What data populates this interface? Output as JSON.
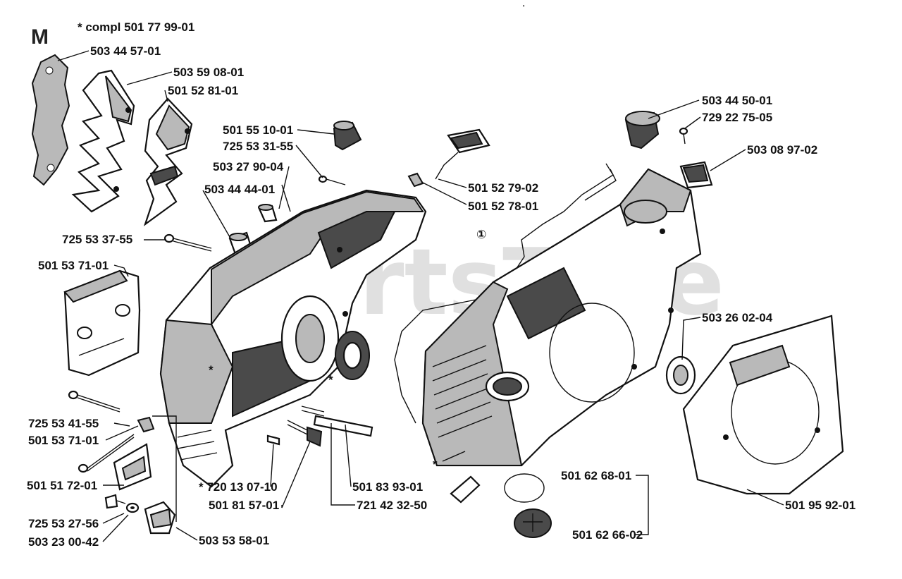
{
  "diagram": {
    "section_mark": "M",
    "kit_note": "* compl 501 77 99-01",
    "watermark": "PartsTree",
    "top_dot": "'",
    "circle_marker": "①",
    "asterisks": [
      "*",
      "*",
      "*"
    ],
    "part_labels": [
      "503 44 57-01",
      "503 59 08-01",
      "501 52 81-01",
      "501 55 10-01",
      "725 53 31-55",
      "503 27 90-04",
      "503 44 44-01",
      "725 53 37-55",
      "501 53 71-01",
      "501 52 79-02",
      "501 52 78-01",
      "503 44 50-01",
      "729 22 75-05",
      "503 08 97-02",
      "503 26 02-04",
      "725 53 41-55",
      "501 53 71-01",
      "501 51 72-01",
      "725 53 27-56",
      "503 23 00-42",
      "503 53 58-01",
      "* 720 13 07-10",
      "501 81 57-01",
      "501 83 93-01",
      "721 42 32-50",
      "501 62 68-01",
      "501 62 66-02",
      "501 95 92-01"
    ]
  }
}
